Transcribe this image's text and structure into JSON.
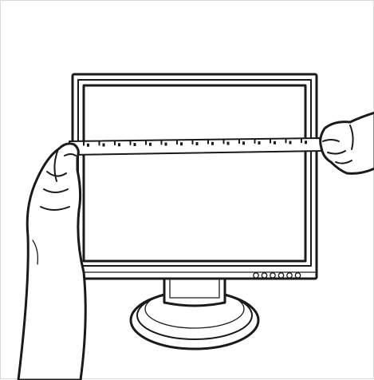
{
  "scene": {
    "subject": "monitor-screen-measurement",
    "background_color": "#ffffff",
    "line_color": "#1a1a1a",
    "border_color": "#d9d9d9"
  },
  "monitor": {
    "button_count": 6
  },
  "tape_measure": {
    "tick_count": 15
  }
}
